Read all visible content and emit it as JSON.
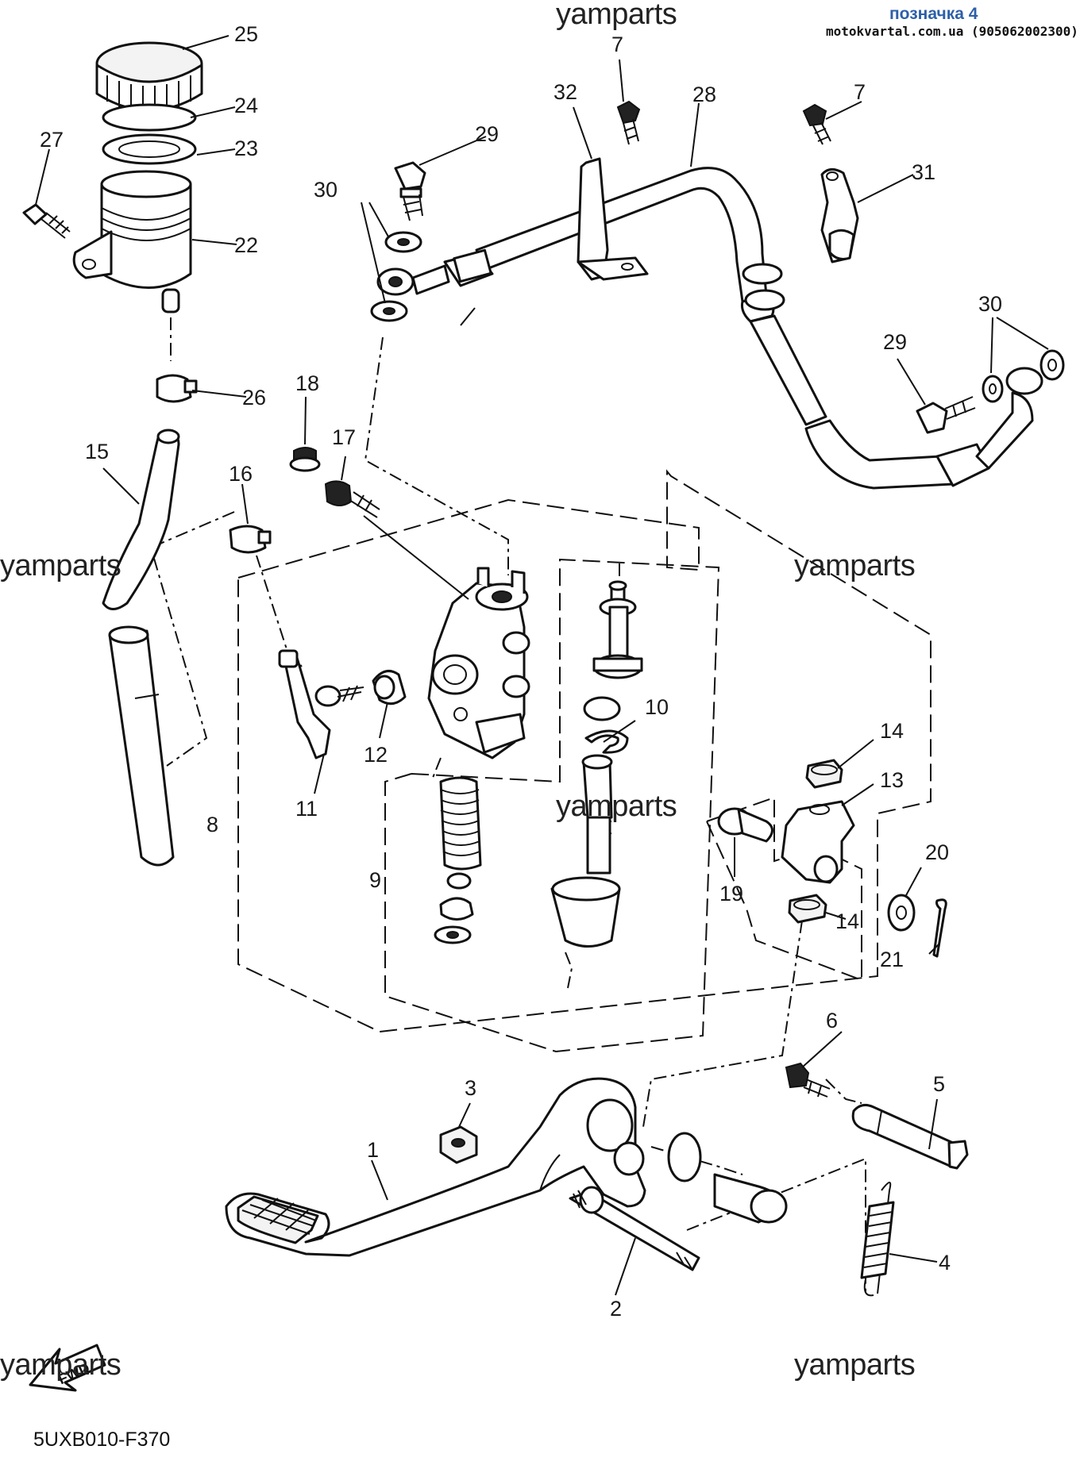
{
  "header": {
    "watermark_top": "yamparts",
    "position_label": "позначка 4",
    "site": "motokvartal.com.ua (905062002300)"
  },
  "watermarks": [
    "yamparts",
    "yamparts",
    "yamparts",
    "yamparts",
    "yamparts"
  ],
  "diagram_code": "5UXB010-F370",
  "fwd_label": "FWD",
  "part_labels": [
    "1",
    "2",
    "3",
    "4",
    "5",
    "6",
    "7",
    "7",
    "8",
    "9",
    "10",
    "11",
    "12",
    "13",
    "14",
    "14",
    "15",
    "16",
    "17",
    "18",
    "19",
    "20",
    "21",
    "22",
    "23",
    "24",
    "25",
    "26",
    "27",
    "28",
    "29",
    "29",
    "30",
    "30",
    "31",
    "32"
  ]
}
